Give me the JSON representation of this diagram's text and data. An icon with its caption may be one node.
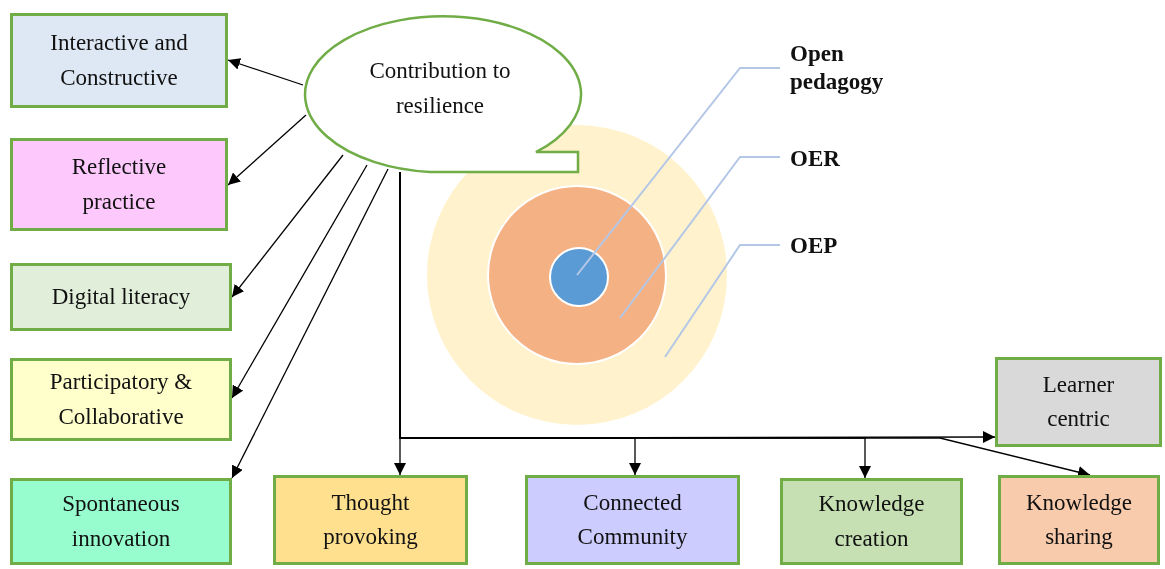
{
  "diagram": {
    "nodes": [
      {
        "text": [
          "Contribution to resilience"
        ]
      },
      {
        "text": [
          "Interactive and Constructive"
        ]
      },
      {
        "text": [
          "Reflective practice"
        ]
      },
      {
        "text": [
          "Digital literacy"
        ]
      },
      {
        "text": [
          "Participatory & Collaborative"
        ]
      },
      {
        "text": [
          "Spontaneous innovation"
        ]
      },
      {
        "text": [
          "Thought provoking"
        ]
      },
      {
        "text": [
          "Connected Community"
        ]
      },
      {
        "text": [
          "Knowledge creation"
        ]
      },
      {
        "text": [
          "Knowledge sharing"
        ]
      },
      {
        "text": [
          "Learner centric"
        ]
      },
      {
        "text": [
          "Open pedagogy"
        ]
      },
      {
        "text": [
          "OER"
        ]
      },
      {
        "text": [
          "OEP"
        ]
      },
      {
        "text": [],
        "shape": "circle"
      },
      {
        "text": [],
        "shape": "circle",
        "in": 14
      },
      {
        "text": [],
        "shape": "circle",
        "in": 15
      }
    ],
    "edges": [
      {
        "from": 0,
        "to": 1,
        "arrow": "to"
      },
      {
        "from": 0,
        "to": 2,
        "arrow": "to"
      },
      {
        "from": 0,
        "to": 3,
        "arrow": "to"
      },
      {
        "from": 0,
        "to": 4,
        "arrow": "to"
      },
      {
        "from": 0,
        "to": 5,
        "arrow": "to"
      },
      {
        "from": 0,
        "to": 6,
        "arrow": "to"
      },
      {
        "from": 0,
        "to": 7,
        "arrow": "to"
      },
      {
        "from": 0,
        "to": 8,
        "arrow": "to"
      },
      {
        "from": 0,
        "to": 10,
        "arrow": "to"
      },
      {
        "from": 0,
        "to": 9,
        "arrow": "to"
      },
      {
        "from": 11,
        "to": 16,
        "arrow": "none",
        "color": "#b4c7e7"
      },
      {
        "from": 12,
        "to": 15,
        "arrow": "none",
        "color": "#b4c7e7"
      },
      {
        "from": 13,
        "to": 14,
        "arrow": "none",
        "color": "#b4c7e7"
      }
    ]
  }
}
